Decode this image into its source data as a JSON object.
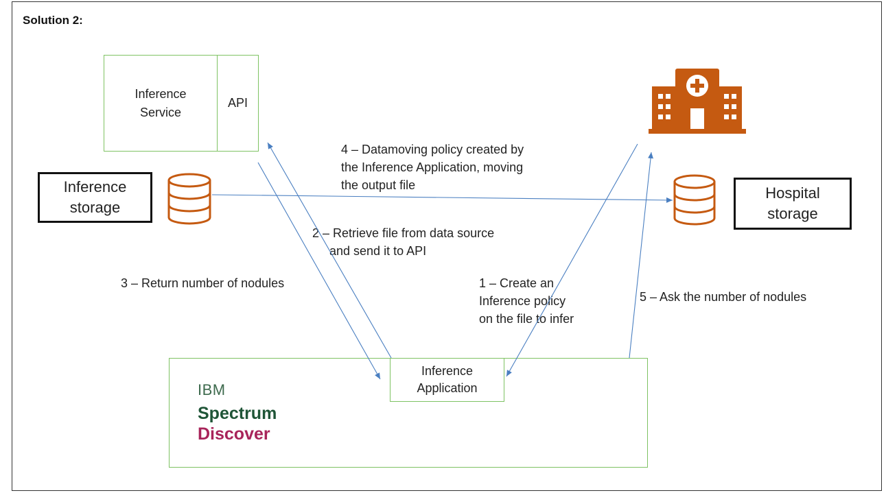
{
  "heading": "Solution 2:",
  "inference_service": {
    "title": "Inference\nService",
    "api": "API"
  },
  "inference_storage": {
    "label": "Inference\nstorage",
    "icon": "database-icon"
  },
  "hospital_storage": {
    "label": "Hospital\nstorage",
    "icon": "database-icon"
  },
  "hospital": {
    "icon": "hospital-icon"
  },
  "inference_application": {
    "label": "Inference\nApplication"
  },
  "brand": {
    "ibm": "IBM",
    "spectrum": "Spectrum",
    "discover": "Discover"
  },
  "steps": {
    "step1": "1 – Create an\nInference policy\non the file to infer",
    "step2": "2 – Retrieve file from data source\n     and send it to API",
    "step3": "3 – Return number of nodules",
    "step4": "4 – Datamoving policy created by\nthe Inference Application, moving\nthe output file",
    "step5": "5 – Ask the number of nodules"
  },
  "colors": {
    "box_border": "#7ec262",
    "arrow": "#4a7fc1",
    "storage_icon": "#c55a11",
    "hospital_icon": "#c55a11",
    "ibm": "#3d6a4d",
    "spectrum": "#1f5537",
    "discover": "#a8245a"
  }
}
